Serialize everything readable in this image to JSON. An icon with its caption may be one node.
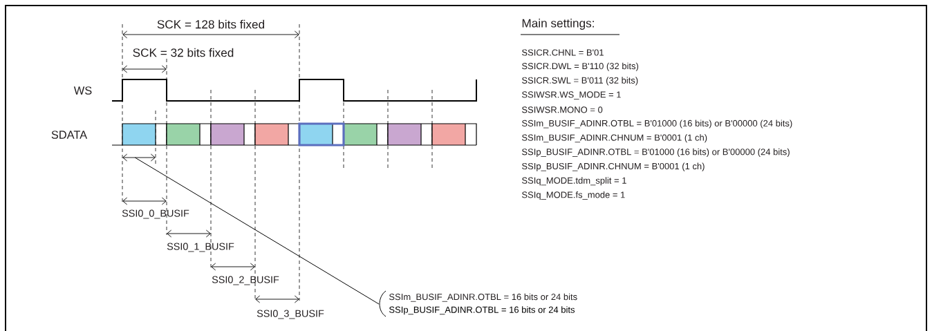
{
  "diagram": {
    "nodes": [
      {
        "text": [
          "SSIm_BUSIF_ADINR.OTBL = 16 bits or 24 bits",
          "SSIp_BUSIF_ADINR.OTBL = 16 bits or 24 bits"
        ]
      },
      {
        "text": [],
        "shape": "arrow"
      }
    ],
    "edges": [
      {
        "from": 0,
        "to": 1,
        "arrow": "none"
      }
    ],
    "labels": [
      "SCK = 128 bits fixed",
      "SCK = 32 bits fixed",
      "WS",
      "SDATA",
      "SSI0_0_BUSIF",
      "SSI0_1_BUSIF",
      "SSI0_2_BUSIF",
      "SSI0_3_BUSIF",
      "Main settings:",
      "SSICR.CHNL = B'01",
      "SSICR.DWL = B'110 (32 bits)",
      "SSICR.SWL = B'011 (32 bits)",
      "SSIWSR.WS_MODE = 1",
      "SSIWSR.MONO = 0",
      "SSIm_BUSIF_ADINR.OTBL = B'01000 (16 bits) or B'00000 (24 bits)",
      "SSIm_BUSIF_ADINR.CHNUM = B'0001 (1 ch)",
      "SSIp_BUSIF_ADINR.OTBL = B'01000 (16 bits) or B'00000 (24 bits)",
      "SSIp_BUSIF_ADINR.CHNUM = B'0001 (1 ch)",
      "SSIq_MODE.tdm_split = 1",
      "SSIq_MODE.fs_mode = 1"
    ]
  }
}
